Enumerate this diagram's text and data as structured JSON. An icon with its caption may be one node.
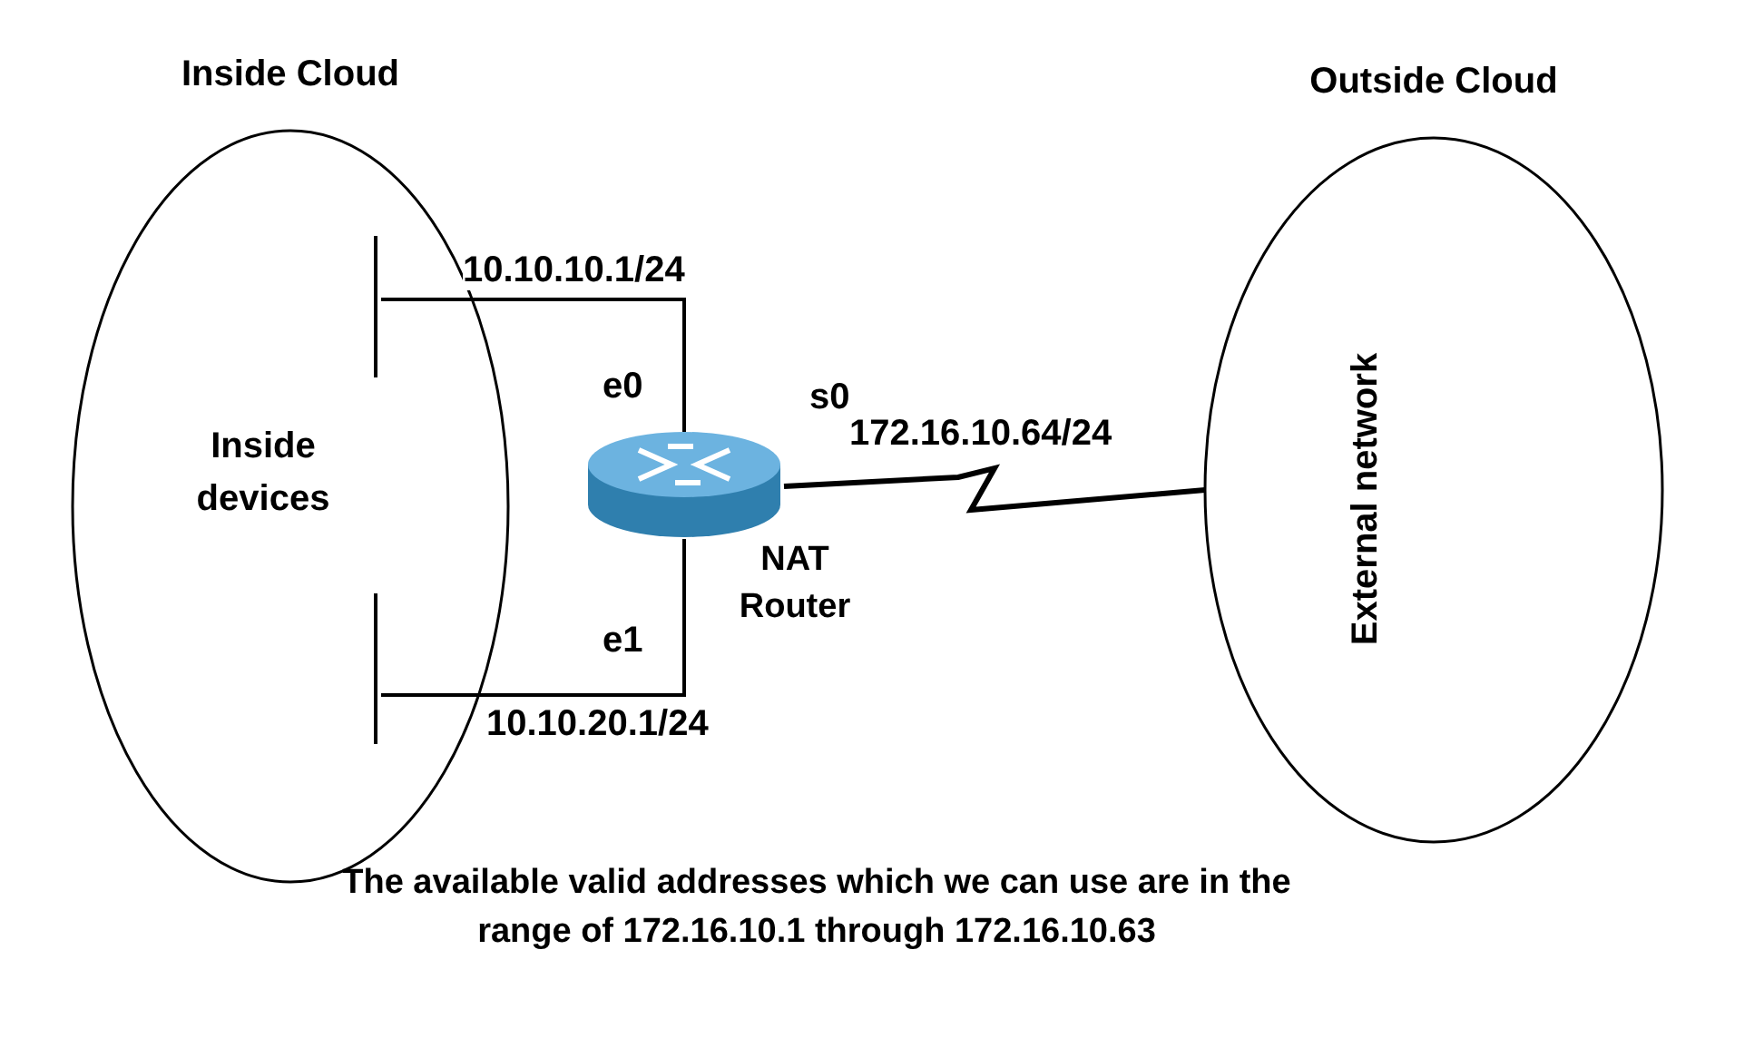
{
  "diagram": {
    "caption": "The available valid addresses which we can use are in the range of 172.16.10.1 through 172.16.10.63",
    "nodes": [
      {
        "text": [
          "Inside Cloud"
        ]
      },
      {
        "text": [
          "Inside devices"
        ],
        "in": 0
      },
      {
        "text": [],
        "shape": "bar",
        "in": 0
      },
      {
        "text": [],
        "shape": "bar",
        "in": 0
      },
      {
        "text": [],
        "shape": "cylinder",
        "beside": [
          "NAT Router"
        ]
      },
      {
        "text": [
          "Outside Cloud"
        ]
      },
      {
        "text": [
          "External network"
        ],
        "in": 5
      }
    ],
    "edges": [
      {
        "from": 2,
        "to": 4,
        "arrow": "none",
        "label": "10.10.10.1/24"
      },
      {
        "from": 3,
        "to": 4,
        "arrow": "none",
        "label": "10.10.20.1/24"
      },
      {
        "from": 4,
        "to": 5,
        "arrow": "none",
        "label": "172.16.10.64/24"
      }
    ],
    "labels": [
      "e0",
      "s0",
      "e1"
    ]
  }
}
